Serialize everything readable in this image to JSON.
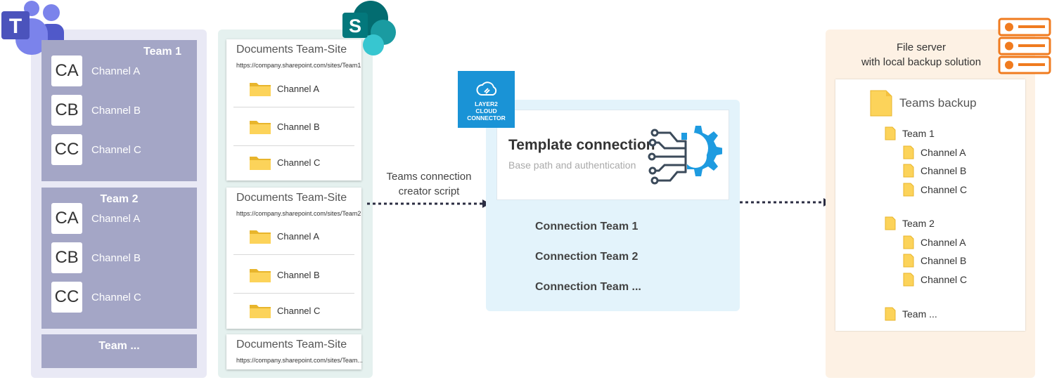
{
  "teams": [
    {
      "title": "Team 1",
      "channels": [
        {
          "badge": "CA",
          "label": "Channel A"
        },
        {
          "badge": "CB",
          "label": "Channel B"
        },
        {
          "badge": "CC",
          "label": "Channel C"
        }
      ]
    },
    {
      "title": "Team 2",
      "channels": [
        {
          "badge": "CA",
          "label": "Channel A"
        },
        {
          "badge": "CB",
          "label": "Channel B"
        },
        {
          "badge": "CC",
          "label": "Channel C"
        }
      ]
    },
    {
      "title": "Team ..."
    }
  ],
  "sharepoint": [
    {
      "title": "Documents Team-Site",
      "url": "https://company.sharepoint.com/sites/Team1",
      "folders": [
        "Channel A",
        "Channel B",
        "Channel C"
      ]
    },
    {
      "title": "Documents Team-Site",
      "url": "https://company.sharepoint.com/sites/Team2",
      "folders": [
        "Channel A",
        "Channel B",
        "Channel C"
      ]
    },
    {
      "title": "Documents Team-Site",
      "url": "https://company.sharepoint.com/sites/Team..."
    }
  ],
  "script_label": [
    "Teams connection",
    "creator script"
  ],
  "connector_logo": [
    "LAYER2",
    "CLOUD",
    "CONNECTOR"
  ],
  "template": {
    "title": "Template connection",
    "subtitle": "Base path and authentication"
  },
  "connections": [
    "Connection Team 1",
    "Connection Team 2",
    "Connection Team ..."
  ],
  "fileserver": {
    "title": [
      "File server",
      "with local backup solution"
    ],
    "root": "Teams backup",
    "teams": [
      {
        "label": "Team 1",
        "channels": [
          "Channel A",
          "Channel B",
          "Channel C"
        ]
      },
      {
        "label": "Team 2",
        "channels": [
          "Channel A",
          "Channel B",
          "Channel C"
        ]
      },
      {
        "label": "Team ..."
      }
    ]
  },
  "icon_names": [
    "teams-logo-icon",
    "sharepoint-logo-icon",
    "cloud-plug-icon",
    "circuit-gear-icon",
    "server-icon",
    "folder-icon",
    "file-icon"
  ],
  "colors": {
    "teams_box": "#a4a6c6",
    "teams_bg": "#e9e9f5",
    "sharepoint_bg": "#e5f1ef",
    "connector_bg": "#e3f3fb",
    "connector_blue": "#1a93d6",
    "fileserver_bg": "#fdf1e4",
    "server_orange": "#f07b1f",
    "folder_yellow": "#fcd35a",
    "arrow_dark": "#2b2d42",
    "arrow_blue": "#1a93d6"
  }
}
